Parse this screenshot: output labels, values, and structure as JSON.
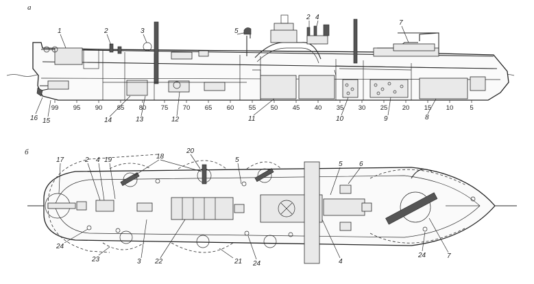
{
  "views": {
    "side_label": "а",
    "plan_label": "б"
  },
  "frame_numbers": [
    "99",
    "95",
    "90",
    "85",
    "80",
    "75",
    "70",
    "65",
    "60",
    "55",
    "50",
    "45",
    "40",
    "35",
    "30",
    "25",
    "20",
    "15",
    "10",
    "5"
  ],
  "side_callouts": [
    "1",
    "2",
    "3",
    "5",
    "2",
    "4",
    "7",
    "16",
    "15",
    "14",
    "13",
    "12",
    "11",
    "10",
    "9",
    "8"
  ],
  "plan_callouts": [
    "17",
    "2",
    "4",
    "19",
    "18",
    "20",
    "5",
    "5",
    "6",
    "24",
    "23",
    "3",
    "22",
    "21",
    "24",
    "4",
    "24",
    "7"
  ],
  "colors": {
    "line": "#2a2a2a",
    "background": "#ffffff"
  }
}
